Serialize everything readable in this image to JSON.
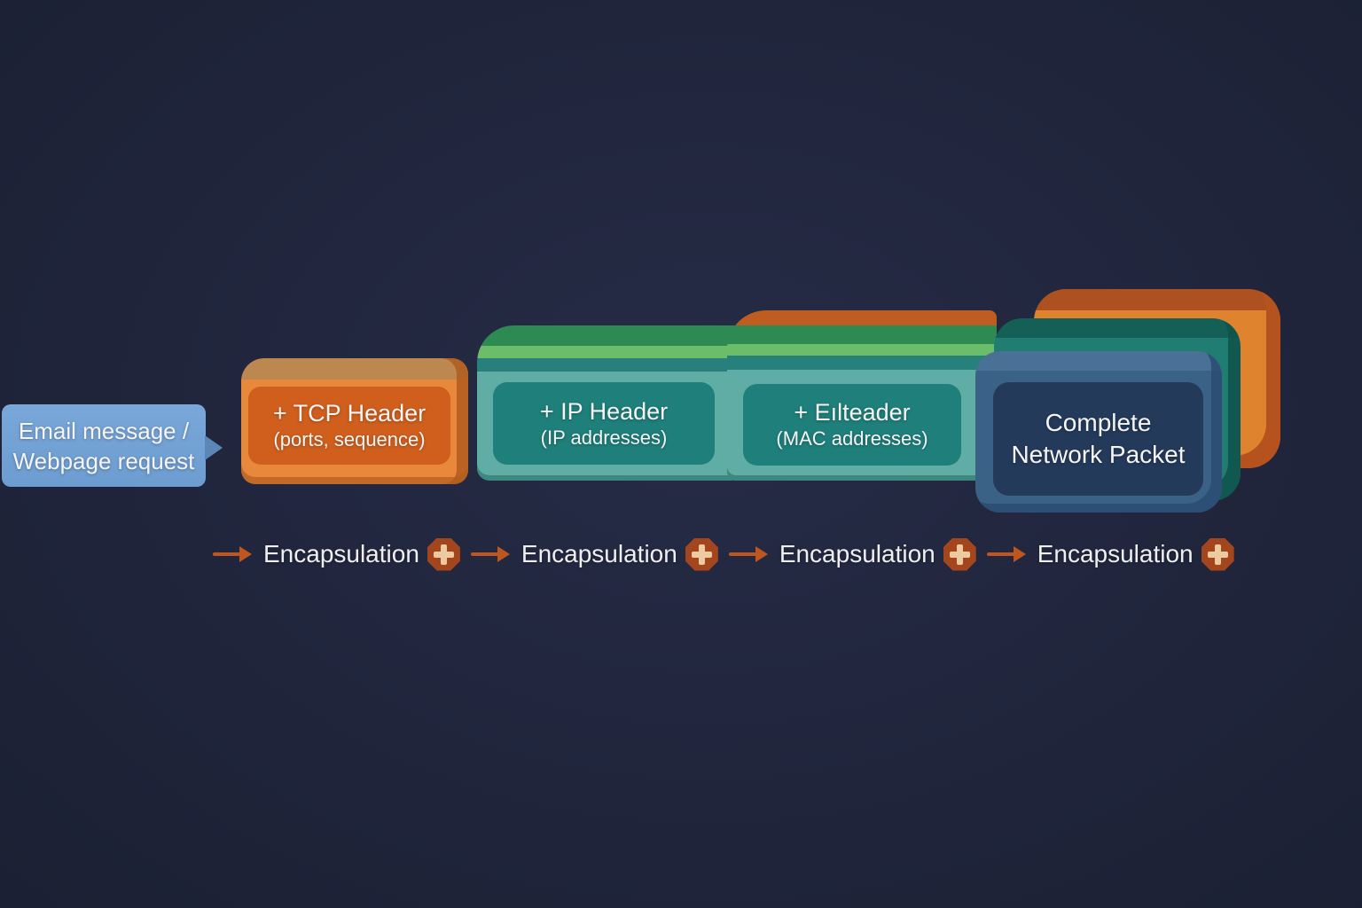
{
  "source_box": {
    "line1": "Email message /",
    "line2": "Webpage request"
  },
  "stages": {
    "tcp": {
      "title": "+ TCP Header",
      "subtitle": "(ports, sequence)"
    },
    "ip": {
      "title": "+ IP Header",
      "subtitle": "(IP addresses)"
    },
    "ethernet": {
      "title": "+ Eılteader",
      "subtitle": "(MAC addresses)"
    },
    "complete": {
      "line1": "Complete",
      "line2": "Network Packet"
    }
  },
  "flow": {
    "steps": [
      {
        "label": "Encapsulation"
      },
      {
        "label": "Encapsulation"
      },
      {
        "label": "Encapsulation"
      },
      {
        "label": "Encapsulation"
      }
    ]
  },
  "colors": {
    "background": "#20253c",
    "source_box_blue": "#6f9fd4",
    "source_tail_blue": "#5b86b8",
    "tcp_orange": "#e8883a",
    "tcp_panel_orange": "#d05f1d",
    "band_dark_green": "#2e8a53",
    "band_light_green": "#6cbd6a",
    "band_dark_teal": "#27807b",
    "teal_body": "#5fada4",
    "teal_panel": "#1f7f7b",
    "packet_orange": "#e0832e",
    "packet_teal": "#1f7d72",
    "packet_steel_blue": "#3a6186",
    "packet_panel_navy": "#243a5b",
    "arrow_orange": "#c0561f",
    "plus_badge": "#a3461e",
    "plus_sign": "#eecaa1",
    "text": "#f5f5f5"
  }
}
